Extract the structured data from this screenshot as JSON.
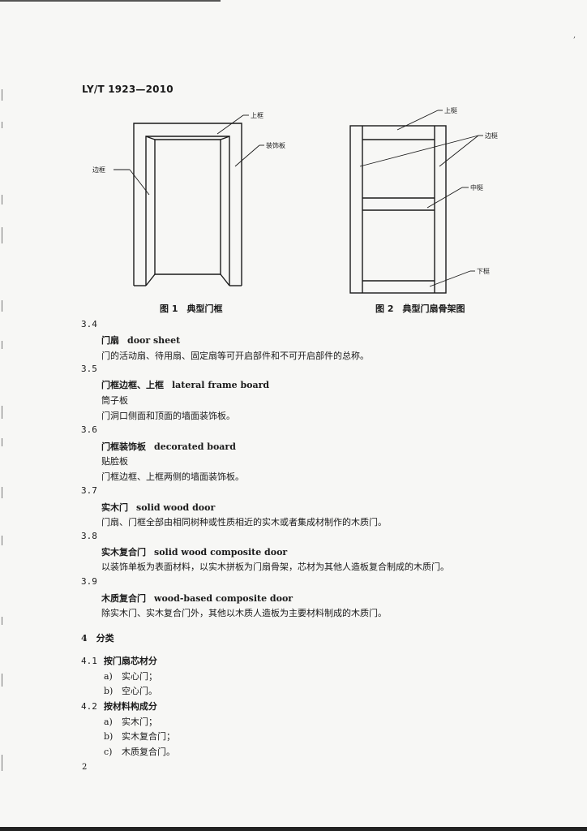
{
  "header": {
    "code": "LY/T 1923—2010"
  },
  "figure1": {
    "caption": "图 1　典型门框",
    "labels": {
      "top": "上框",
      "decor": "装饰板",
      "side": "边框"
    }
  },
  "figure2": {
    "caption": "图 2　典型门扇骨架图",
    "labels": {
      "top": "上梃",
      "side": "边梃",
      "middle": "中梃",
      "bottom": "下梃"
    }
  },
  "definitions": [
    {
      "num": "3.4",
      "term_zh": "门扇",
      "term_en": "door sheet",
      "alt": "",
      "body": "门的活动扇、待用扇、固定扇等可开启部件和不可开启部件的总称。"
    },
    {
      "num": "3.5",
      "term_zh": "门框边框、上框",
      "term_en": "lateral frame board",
      "alt": "筒子板",
      "body": "门洞口侧面和顶面的墙面装饰板。"
    },
    {
      "num": "3.6",
      "term_zh": "门框装饰板",
      "term_en": "decorated board",
      "alt": "贴脸板",
      "body": "门框边框、上框两侧的墙面装饰板。"
    },
    {
      "num": "3.7",
      "term_zh": "实木门",
      "term_en": "solid wood door",
      "alt": "",
      "body": "门扇、门框全部由相同树种或性质相近的实木或者集成材制作的木质门。"
    },
    {
      "num": "3.8",
      "term_zh": "实木复合门",
      "term_en": "solid wood composite door",
      "alt": "",
      "body": "以装饰单板为表面材料，以实木拼板为门扇骨架，芯材为其他人造板复合制成的木质门。"
    },
    {
      "num": "3.9",
      "term_zh": "木质复合门",
      "term_en": "wood-based composite door",
      "alt": "",
      "body": "除实木门、实木复合门外，其他以木质人造板为主要材料制成的木质门。"
    }
  ],
  "section4": {
    "title": "4　分类",
    "sub1": {
      "num": "4.1",
      "title": "按门扇芯材分",
      "items": [
        {
          "lbl": "a)",
          "text": "实心门；"
        },
        {
          "lbl": "b)",
          "text": "空心门。"
        }
      ]
    },
    "sub2": {
      "num": "4.2",
      "title": "按材料构成分",
      "items": [
        {
          "lbl": "a)",
          "text": "实木门；"
        },
        {
          "lbl": "b)",
          "text": "实木复合门；"
        },
        {
          "lbl": "c)",
          "text": "木质复合门。"
        }
      ]
    }
  },
  "page_number": "2"
}
